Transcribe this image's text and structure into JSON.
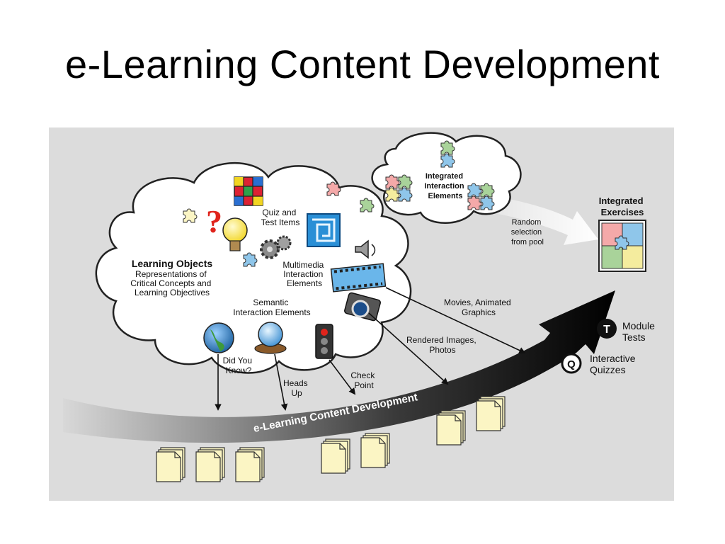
{
  "slide": {
    "title": "e-Learning Content Development"
  },
  "diagram": {
    "learning_objects": {
      "title": "Learning Objects",
      "lines": [
        "Representations of",
        "Critical Concepts and",
        "Learning Objectives"
      ]
    },
    "quiz_items": [
      "Quiz and",
      "Test Items"
    ],
    "multimedia": [
      "Multimedia",
      "Interaction",
      "Elements"
    ],
    "semantic": [
      "Semantic",
      "Interaction Elements"
    ],
    "integrated_interaction": [
      "Integrated",
      "Interaction",
      "Elements"
    ],
    "random_selection": [
      "Random",
      "selection",
      "from pool"
    ],
    "integrated_exercises": [
      "Integrated",
      "Exercises"
    ],
    "movies": [
      "Movies, Animated",
      "Graphics"
    ],
    "rendered": [
      "Rendered Images,",
      "Photos"
    ],
    "did_you_know": [
      "Did You",
      "Know?"
    ],
    "heads_up": [
      "Heads",
      "Up"
    ],
    "check_point": [
      "Check",
      "Point"
    ],
    "module_tests": {
      "glyph": "T",
      "lines": [
        "Module",
        "Tests"
      ]
    },
    "interactive_quizzes": {
      "glyph": "Q",
      "lines": [
        "Interactive",
        "Quizzes"
      ]
    },
    "question_mark": "?",
    "band_label": "e-Learning Content Development",
    "colors": {
      "panel": "#dcdcdc",
      "cloud": "#ffffff",
      "doc": "#fbf5c4",
      "puzzle_red": "#f4a9a9",
      "puzzle_blue": "#8fc6ea",
      "puzzle_green": "#a9d39a",
      "puzzle_yellow": "#f4ec9e",
      "arrow_dark": "#111111"
    }
  }
}
